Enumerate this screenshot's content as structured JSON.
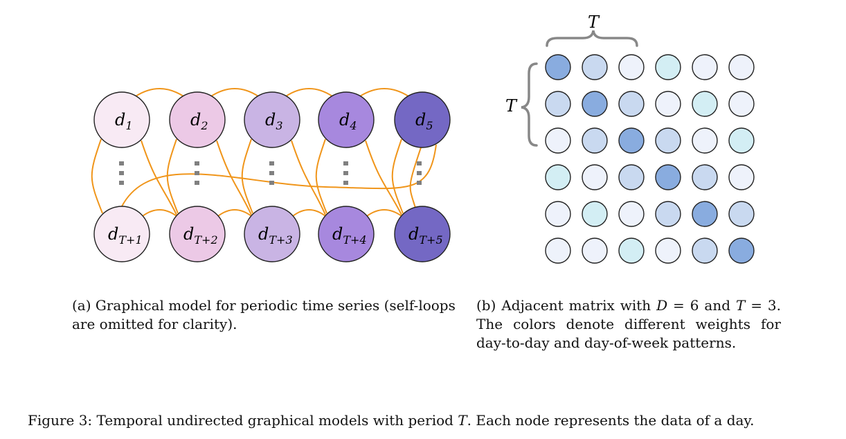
{
  "left_diagram": {
    "top_nodes": [
      {
        "base": "d",
        "sub": "1",
        "fill": "#f8eaf4"
      },
      {
        "base": "d",
        "sub": "2",
        "fill": "#ecc9e6"
      },
      {
        "base": "d",
        "sub": "3",
        "fill": "#c9b4e4"
      },
      {
        "base": "d",
        "sub": "4",
        "fill": "#a788de"
      },
      {
        "base": "d",
        "sub": "5",
        "fill": "#7468c4"
      }
    ],
    "bottom_nodes": [
      {
        "base": "d",
        "sub": "T+1",
        "fill": "#f8eaf4"
      },
      {
        "base": "d",
        "sub": "T+2",
        "fill": "#ecc9e6"
      },
      {
        "base": "d",
        "sub": "T+3",
        "fill": "#c9b4e4"
      },
      {
        "base": "d",
        "sub": "T+4",
        "fill": "#a788de"
      },
      {
        "base": "d",
        "sub": "T+5",
        "fill": "#7468c4"
      }
    ],
    "edge_color": "#f0951a"
  },
  "matrix": {
    "top_brace_label": "T",
    "left_brace_label": "T",
    "levels": [
      [
        3,
        2,
        1,
        4,
        1,
        1
      ],
      [
        2,
        3,
        2,
        1,
        4,
        1
      ],
      [
        1,
        2,
        3,
        2,
        1,
        4
      ],
      [
        4,
        1,
        2,
        3,
        2,
        1
      ],
      [
        1,
        4,
        1,
        2,
        3,
        2
      ],
      [
        1,
        1,
        4,
        1,
        2,
        3
      ]
    ],
    "palette": {
      "1": "#eef2fb",
      "2": "#c9d9f0",
      "3": "#89acdf",
      "4": "#d3eef4"
    }
  },
  "captions": {
    "a": "(a) Graphical model for periodic time series (self-loops are omitted for clarity).",
    "b_pre": "(b) Adjacent matrix with ",
    "b_D": "D",
    "b_eq1": " = 6 and ",
    "b_T": "T",
    "b_post": " = 3. The colors denote different weights for day-to-day and day-of-week patterns.",
    "main_pre": "Figure 3: Temporal undirected graphical models with period ",
    "main_T": "T",
    "main_post": ". Each node represents the data of a day."
  }
}
